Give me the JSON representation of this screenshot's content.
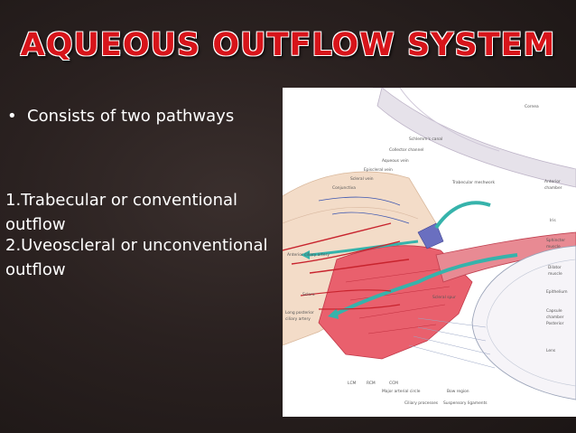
{
  "slide": {
    "title": "AQUEOUS OUTFLOW SYSTEM",
    "bullet_marker": "•",
    "bullet_text": "Consists of two pathways",
    "item1": "1.Trabecular or conventional outflow",
    "item2": "2.Uveoscleral or unconventional outflow"
  },
  "figure": {
    "labels": {
      "cornea": "Cornea",
      "schlemm": "Schlemm's canal",
      "collector": "Collector channel",
      "aqueous_vein": "Aqueous vein",
      "episcleral_vein": "Episcleral vein",
      "scleral_vein": "Scleral vein",
      "conjunctiva": "Conjunctiva",
      "trabecular": "Trabecular meshwork",
      "anterior_chamber_1": "Anterior",
      "anterior_chamber_2": "chamber",
      "iris": "Iris",
      "sphincter_1": "Sphincter",
      "sphincter_2": "muscle",
      "dilator_1": "Dilator",
      "dilator_2": "muscle",
      "epithelium": "Epithelium",
      "capsule": "Capsule",
      "chamber": "chamber",
      "posterior": "Posterior",
      "lens": "Lens",
      "anterior_ciliary": "Anterior ciliary artery",
      "sclera": "Sclera",
      "long_posterior_1": "Long posterior",
      "long_posterior_2": "ciliary artery",
      "scleral_spur": "Scleral spur",
      "lcm": "LCM",
      "rcm": "RCM",
      "ccm": "CCM",
      "major_arterial": "Major arterial circle",
      "bow_region": "Bow region",
      "ciliary_processes": "Ciliary processes",
      "suspensory": "Suspensory ligaments"
    }
  }
}
